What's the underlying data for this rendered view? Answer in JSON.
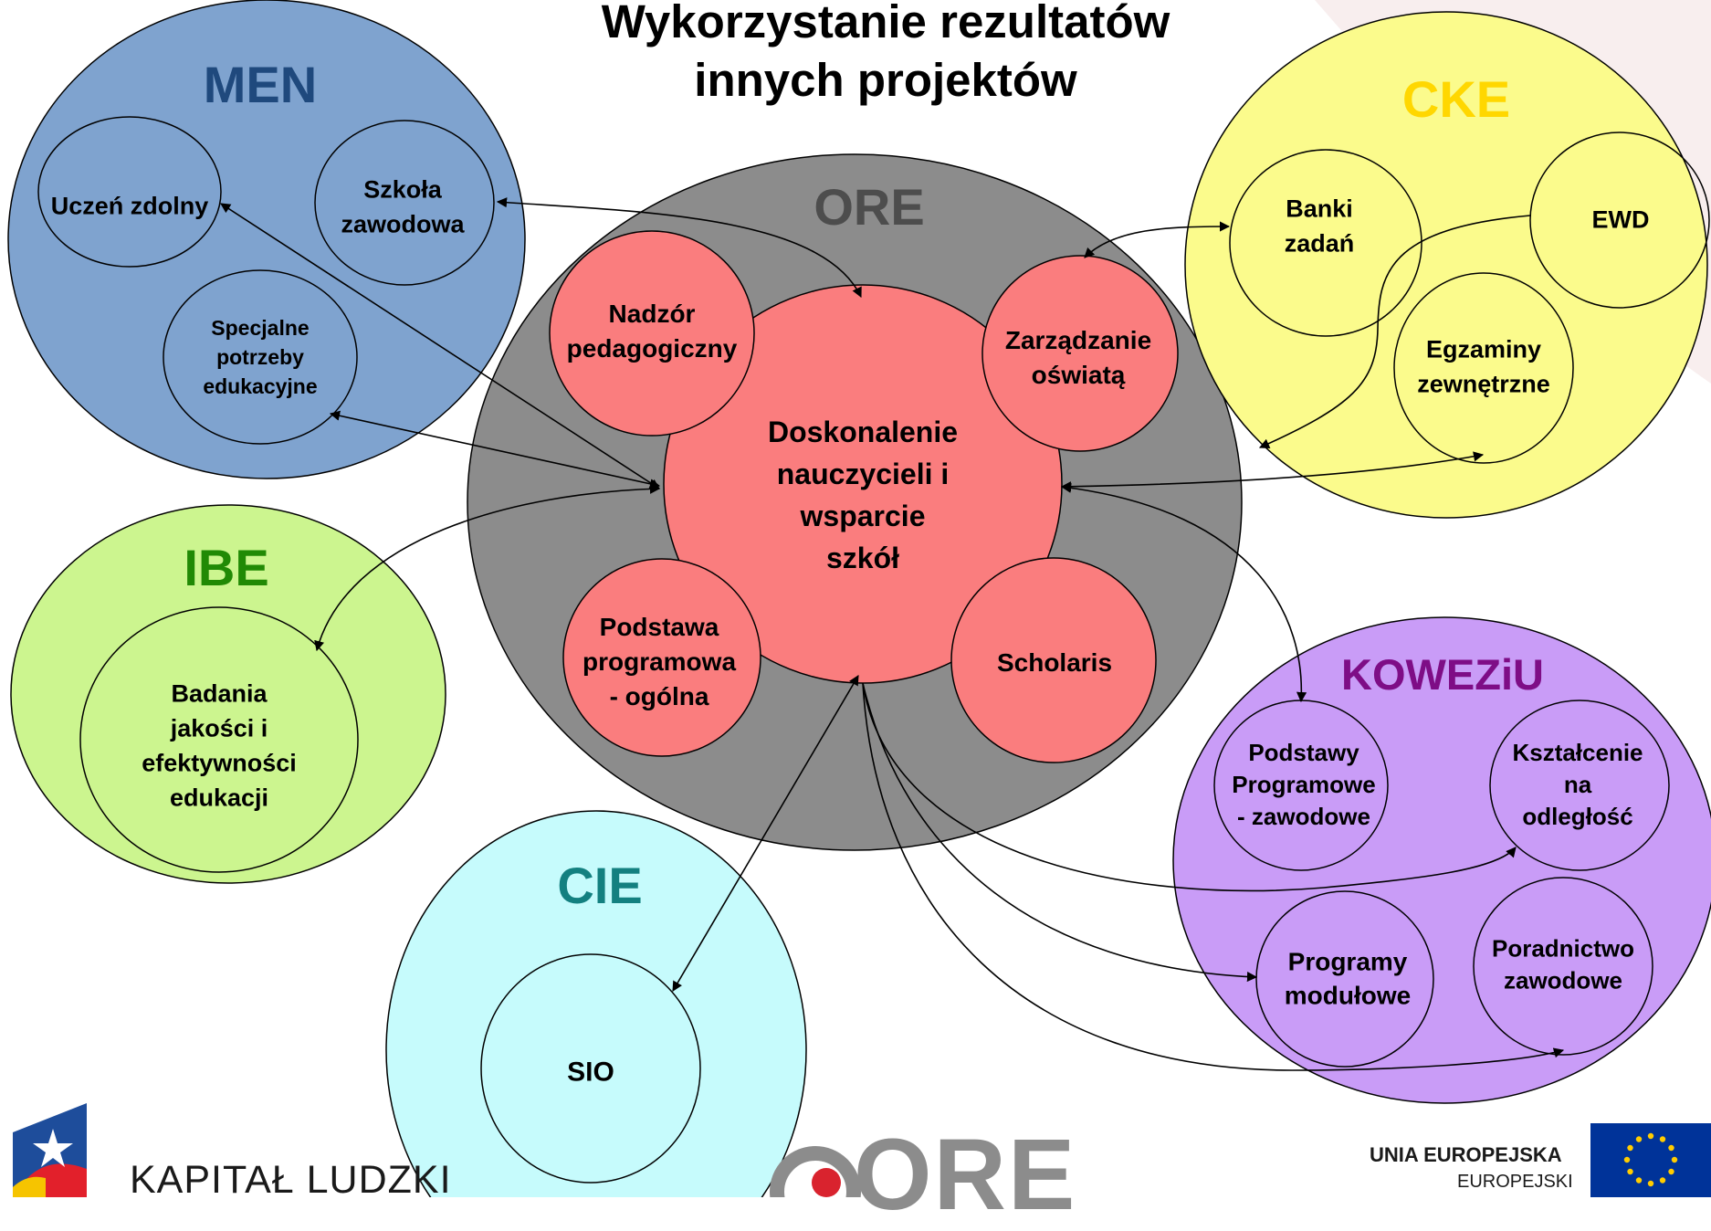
{
  "title": {
    "line1": "Wykorzystanie rezultatów",
    "line2": "innych projektów"
  },
  "colors": {
    "men": "#7fa3cf",
    "ibe": "#ccf58f",
    "cie": "#c6fbfc",
    "cke": "#fbfb8c",
    "koweziu": "#c99cf7",
    "ore": "#8c8c8c",
    "pink": "#fa7d7e",
    "men_text": "#1f497d",
    "ibe_text": "#218a05",
    "cie_text": "#138080",
    "cke_text": "#ffd700",
    "koweziu_text": "#7e0d86",
    "ore_text": "#4d4d4d"
  },
  "groups": {
    "men": {
      "label": "MEN",
      "items": [
        "Uczeń zdolny",
        "Szkoła zawodowa",
        "Specjalne potrzeby edukacyjne"
      ]
    },
    "ibe": {
      "label": "IBE",
      "items": [
        "Badania jakości i efektywności edukacji"
      ]
    },
    "cie": {
      "label": "CIE",
      "items": [
        "SIO"
      ]
    },
    "cke": {
      "label": "CKE",
      "items": [
        "Banki zadań",
        "EWD",
        "Egzaminy zewnętrzne"
      ]
    },
    "koweziu": {
      "label": "KOWEZiU",
      "items": [
        "Podstawy Programowe - zawodowe",
        "Kształcenie na odległość",
        "Programy modułowe",
        "Poradnictwo zawodowe"
      ]
    },
    "ore": {
      "label": "ORE",
      "center": "Doskonalenie nauczycieli i wsparcie szkół",
      "items": [
        "Nadzór pedagogiczny",
        "Zarządzanie oświatą",
        "Podstawa programowa - ogólna",
        "Scholaris"
      ]
    }
  },
  "footer": {
    "kapital": "KAPITAŁ LUDZKI",
    "ore_logo": "ORE",
    "unia": "UNIA EUROPEJSKA",
    "europejski": "EUROPEJSKI"
  }
}
